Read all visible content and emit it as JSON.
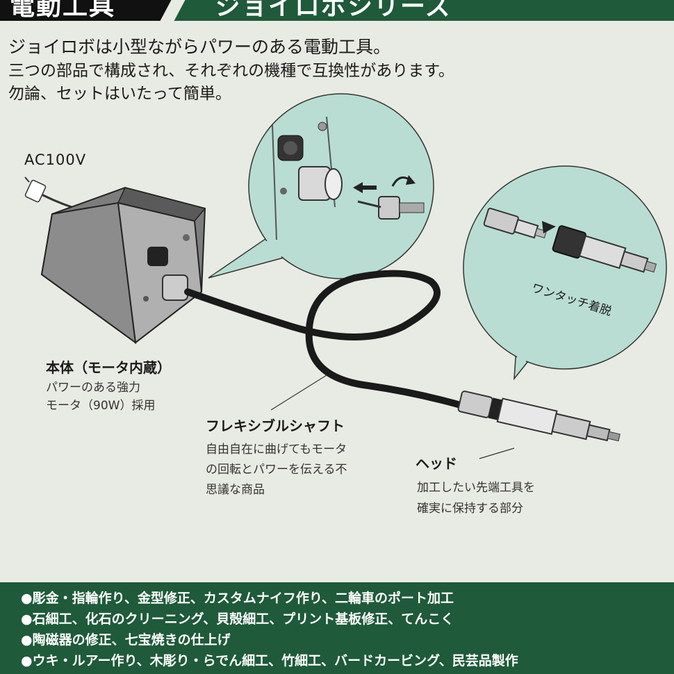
{
  "header": {
    "left_title": "電動工具",
    "right_title": "ジョイロボシリーズ"
  },
  "intro": {
    "line1": "ジョイロボは小型ながらパワーのある電動工具。",
    "line2": "三つの部品で構成され、それぞれの機種で互換性があります。",
    "line3": "勿論、セットはいたって簡単。"
  },
  "labels": {
    "power": "AC100V",
    "body_title": "本体（モータ内蔵）",
    "body_desc1": "パワーのある強力",
    "body_desc2": "モータ（90W）採用",
    "shaft_title": "フレキシブルシャフト",
    "shaft_desc1": "自由自在に曲げてもモータ",
    "shaft_desc2": "の回転とパワーを伝える不",
    "shaft_desc3": "思議な商品",
    "head_title": "ヘッド",
    "head_desc1": "加工したい先端工具を",
    "head_desc2": "確実に保持する部分",
    "one_touch": "ワンタッチ着脱"
  },
  "uses": [
    "●彫金・指輪作り、金型修正、カスタムナイフ作り、二輪車のポート加工",
    "●石細工、化石のクリーニング、貝殻細工、プリント基板修正、てんこく",
    "●陶磁器の修正、七宝焼きの仕上げ",
    "●ウキ・ルアー作り、木彫り・らでん細工、竹細工、バードカービング、民芸品製作"
  ],
  "colors": {
    "brand_green": "#1f5a3a",
    "bubble": "#b9ddd2",
    "background": "#e8ebe3"
  }
}
